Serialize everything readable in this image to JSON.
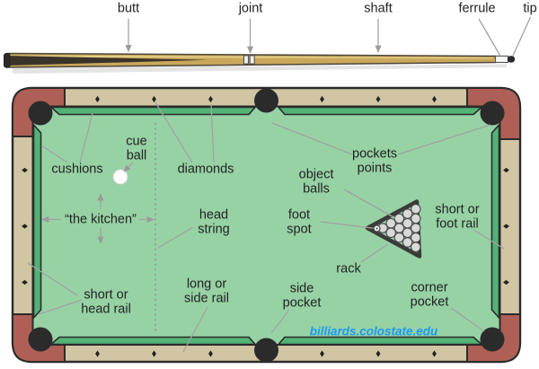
{
  "credit": "billiards.colostate.edu",
  "cue_labels": {
    "butt": "butt",
    "joint": "joint",
    "shaft": "shaft",
    "ferrule": "ferrule",
    "tip": "tip"
  },
  "table_labels": {
    "cushions": "cushions",
    "cue_ball": "cue\nball",
    "diamonds": "diamonds",
    "pockets_points": "pockets\npoints",
    "object_balls": "object\nballs",
    "foot_spot": "foot\nspot",
    "short_or_foot_rail": "short or\nfoot rail",
    "rack": "rack",
    "the_kitchen": "“the kitchen”",
    "head_string": "head\nstring",
    "short_or_head_rail": "short or\nhead rail",
    "long_or_side_rail": "long or\nside rail",
    "side_pocket": "side\npocket",
    "corner_pocket": "corner\npocket"
  },
  "rack": {
    "rows": 5,
    "ball_count": 15
  },
  "colors": {
    "cloth": "#97d2a5",
    "cushion": "#53b377",
    "rail": "#d1c5a3",
    "corner": "#ae5f56",
    "pocket": "#2b2b2b",
    "outline": "#2b2b2b",
    "ball": "#d9d9d9",
    "cue_wood": "#c9a85c",
    "cue_butt_wrap": "#3a3329",
    "joint_white": "#efefef",
    "ferrule_white": "#f6f6f6",
    "tip_black": "#2b2b2b",
    "credit_blue": "#1e9af0",
    "leader_gray": "#a2a2a2",
    "text": "#222222"
  }
}
